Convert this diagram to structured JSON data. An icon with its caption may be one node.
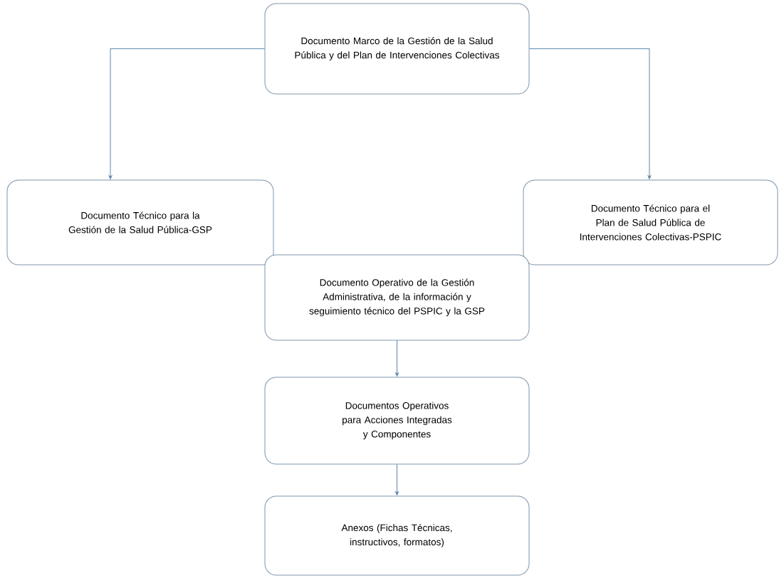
{
  "diagram": {
    "nodes": [
      {
        "text": [
          "Documento Marco de la Gestión de la Salud Pública y del Plan de Intervenciones Colectivas"
        ]
      },
      {
        "text": [
          "Documento Técnico para la Gestión de la Salud Pública-GSP"
        ]
      },
      {
        "text": [
          "Documento Técnico para el Plan de Salud Pública de Intervenciones Colectivas-PSPIC"
        ]
      },
      {
        "text": [
          "Documento Operativo de la Gestión Administrativa, de la información y seguimiento técnico del PSPIC y la GSP"
        ]
      },
      {
        "text": [
          "Documentos Operativos para Acciones Integradas y Componentes"
        ]
      },
      {
        "text": [
          "Anexos (Fichas Técnicas, instructivos, formatos)"
        ]
      }
    ],
    "edges": [
      {
        "from": 0,
        "to": 1,
        "arrow": "to"
      },
      {
        "from": 0,
        "to": 2,
        "arrow": "to"
      },
      {
        "from": 3,
        "to": 4,
        "arrow": "to"
      },
      {
        "from": 4,
        "to": 5,
        "arrow": "to"
      }
    ]
  }
}
